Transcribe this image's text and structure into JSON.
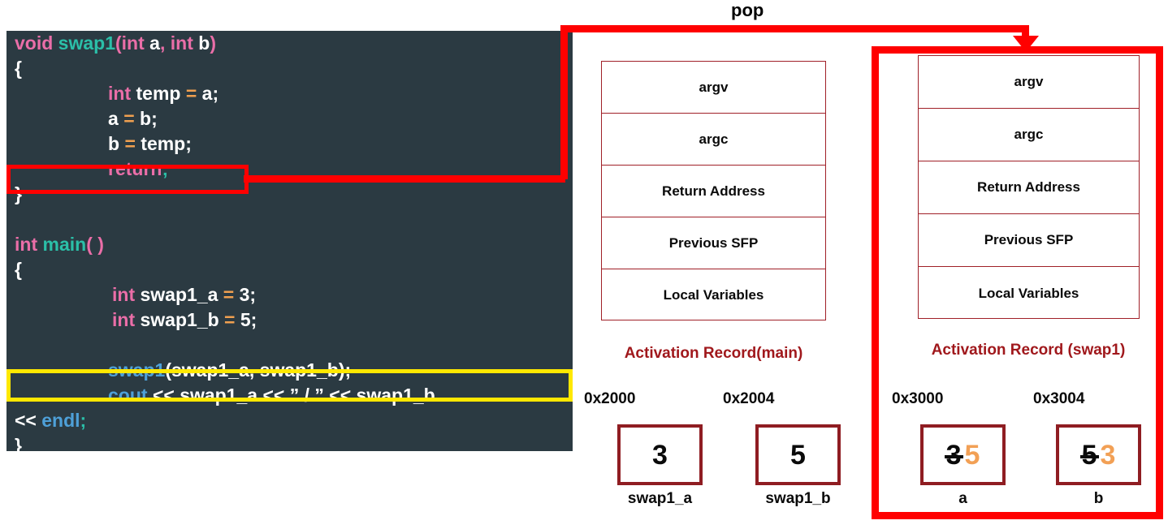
{
  "code": {
    "language": "cpp",
    "background": "#2b3a42",
    "lines": [
      {
        "tokens": [
          {
            "t": "void",
            "c": "kw"
          },
          {
            "t": " ",
            "c": "plain"
          },
          {
            "t": "swap1",
            "c": "fn"
          },
          {
            "t": "(",
            "c": "punct"
          },
          {
            "t": "int",
            "c": "kw"
          },
          {
            "t": " a",
            "c": "plain"
          },
          {
            "t": ", ",
            "c": "punct"
          },
          {
            "t": "int",
            "c": "kw"
          },
          {
            "t": " b",
            "c": "plain"
          },
          {
            "t": ")",
            "c": "punct"
          }
        ],
        "indent": "ind1"
      },
      {
        "tokens": [
          {
            "t": "{",
            "c": "plain"
          }
        ],
        "indent": "ind1"
      },
      {
        "tokens": [
          {
            "t": "int",
            "c": "kw"
          },
          {
            "t": " temp ",
            "c": "plain"
          },
          {
            "t": "=",
            "c": "op"
          },
          {
            "t": " a;",
            "c": "plain"
          }
        ],
        "indent": "ind2"
      },
      {
        "tokens": [
          {
            "t": "a ",
            "c": "plain"
          },
          {
            "t": "=",
            "c": "op"
          },
          {
            "t": " b;",
            "c": "plain"
          }
        ],
        "indent": "ind2"
      },
      {
        "tokens": [
          {
            "t": "b ",
            "c": "plain"
          },
          {
            "t": "=",
            "c": "op"
          },
          {
            "t": " temp;",
            "c": "plain"
          }
        ],
        "indent": "ind2"
      },
      {
        "tokens": [
          {
            "t": "return",
            "c": "kw"
          },
          {
            "t": ";",
            "c": "semi"
          }
        ],
        "indent": "ind2"
      },
      {
        "tokens": [
          {
            "t": "}",
            "c": "plain"
          }
        ],
        "indent": "ind1"
      },
      {
        "tokens": [
          {
            "t": " ",
            "c": "plain"
          }
        ],
        "indent": "ind1"
      },
      {
        "tokens": [
          {
            "t": "int",
            "c": "kw"
          },
          {
            "t": " ",
            "c": "plain"
          },
          {
            "t": "main",
            "c": "fn"
          },
          {
            "t": "( )",
            "c": "punct"
          }
        ],
        "indent": "ind1"
      },
      {
        "tokens": [
          {
            "t": "{",
            "c": "plain"
          }
        ],
        "indent": "ind1"
      },
      {
        "tokens": [
          {
            "t": "int",
            "c": "kw"
          },
          {
            "t": " swap1_a ",
            "c": "plain"
          },
          {
            "t": "=",
            "c": "op"
          },
          {
            "t": " 3;",
            "c": "plain"
          }
        ],
        "indent": "ind3"
      },
      {
        "tokens": [
          {
            "t": "int",
            "c": "kw"
          },
          {
            "t": " swap1_b ",
            "c": "plain"
          },
          {
            "t": "=",
            "c": "op"
          },
          {
            "t": " 5;",
            "c": "plain"
          }
        ],
        "indent": "ind3"
      },
      {
        "tokens": [
          {
            "t": " ",
            "c": "plain"
          }
        ],
        "indent": "ind1"
      },
      {
        "tokens": [
          {
            "t": "swap1",
            "c": "call"
          },
          {
            "t": "(swap1_a, swap1_b);",
            "c": "plain"
          }
        ],
        "indent": "ind2"
      },
      {
        "tokens": [
          {
            "t": "cout",
            "c": "call"
          },
          {
            "t": " << swap1_a << ” / ” << swap1_b",
            "c": "plain"
          }
        ],
        "indent": "ind2"
      },
      {
        "tokens": [
          {
            "t": "<< ",
            "c": "plain"
          },
          {
            "t": "endl",
            "c": "call"
          },
          {
            "t": ";",
            "c": "semi"
          }
        ],
        "indent": "ind1"
      },
      {
        "tokens": [
          {
            "t": "}",
            "c": "plain"
          }
        ],
        "indent": "ind1"
      }
    ],
    "highlights": {
      "return_line": {
        "color": "#ff0000",
        "label": "return;"
      },
      "call_line": {
        "color": "#ffe800",
        "label": "swap1(swap1_a, swap1_b);"
      }
    }
  },
  "pop_arrow": {
    "label": "pop",
    "color": "#ff0000"
  },
  "stack": {
    "row_labels": [
      "argv",
      "argc",
      "Return Address",
      "Previous SFP",
      "Local Variables"
    ],
    "records": [
      {
        "caption": "Activation Record(main)",
        "rows": [
          "argv",
          "argc",
          "Return Address",
          "Previous SFP",
          "Local Variables"
        ]
      },
      {
        "caption": "Activation Record (swap1)",
        "rows": [
          "argv",
          "argc",
          "Return Address",
          "Previous SFP",
          "Local Variables"
        ]
      }
    ],
    "caption_color": "#a0181c",
    "border_color": "#a02028"
  },
  "memory": {
    "cells": [
      {
        "address": "0x2000",
        "name": "swap1_a",
        "value": "3",
        "old_value": "",
        "new_value": ""
      },
      {
        "address": "0x2004",
        "name": "swap1_b",
        "value": "5",
        "old_value": "",
        "new_value": ""
      },
      {
        "address": "0x3000",
        "name": "a",
        "value": "",
        "old_value": "3",
        "new_value": "5"
      },
      {
        "address": "0x3004",
        "name": "b",
        "value": "",
        "old_value": "5",
        "new_value": "3"
      }
    ],
    "old_color": "#0a0a0a",
    "new_color": "#f2a055",
    "border_color": "#8f1d22"
  }
}
